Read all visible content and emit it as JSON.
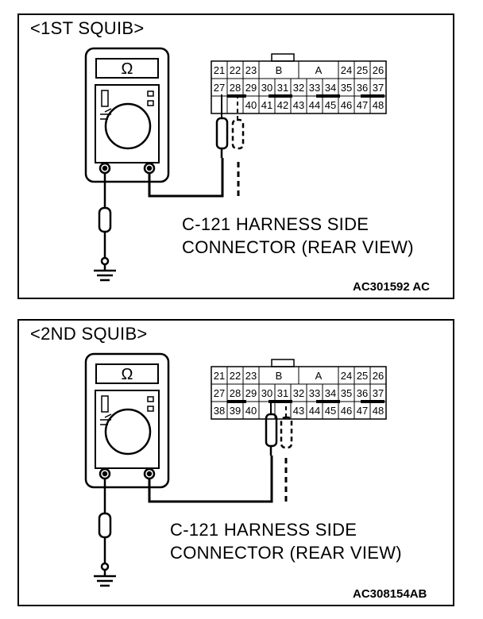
{
  "panels": [
    {
      "title": "<1ST SQUIB>",
      "meter_symbol": "Ω",
      "harness_line1": "C-121 HARNESS SIDE",
      "harness_line2": "CONNECTOR (REAR VIEW)",
      "code": "AC301592 AC",
      "row1": [
        "21",
        "22",
        "23",
        "B",
        "A",
        "24",
        "25",
        "26"
      ],
      "row2": [
        "27",
        "28",
        "29",
        "30",
        "31",
        "32",
        "33",
        "34",
        "35",
        "36",
        "37"
      ],
      "row3": [
        "",
        "",
        "40",
        "41",
        "42",
        "43",
        "44",
        "45",
        "46",
        "47",
        "48"
      ],
      "probe_pins": [
        "27",
        "28"
      ]
    },
    {
      "title": "<2ND SQUIB>",
      "meter_symbol": "Ω",
      "harness_line1": "C-121 HARNESS SIDE",
      "harness_line2": "CONNECTOR (REAR VIEW)",
      "code": "AC308154AB",
      "row1": [
        "21",
        "22",
        "23",
        "B",
        "A",
        "24",
        "25",
        "26"
      ],
      "row2": [
        "27",
        "28",
        "29",
        "30",
        "31",
        "32",
        "33",
        "34",
        "35",
        "36",
        "37"
      ],
      "row3": [
        "38",
        "39",
        "40",
        "",
        "",
        "43",
        "44",
        "45",
        "46",
        "47",
        "48"
      ],
      "probe_pins": [
        "30",
        "31"
      ]
    }
  ]
}
